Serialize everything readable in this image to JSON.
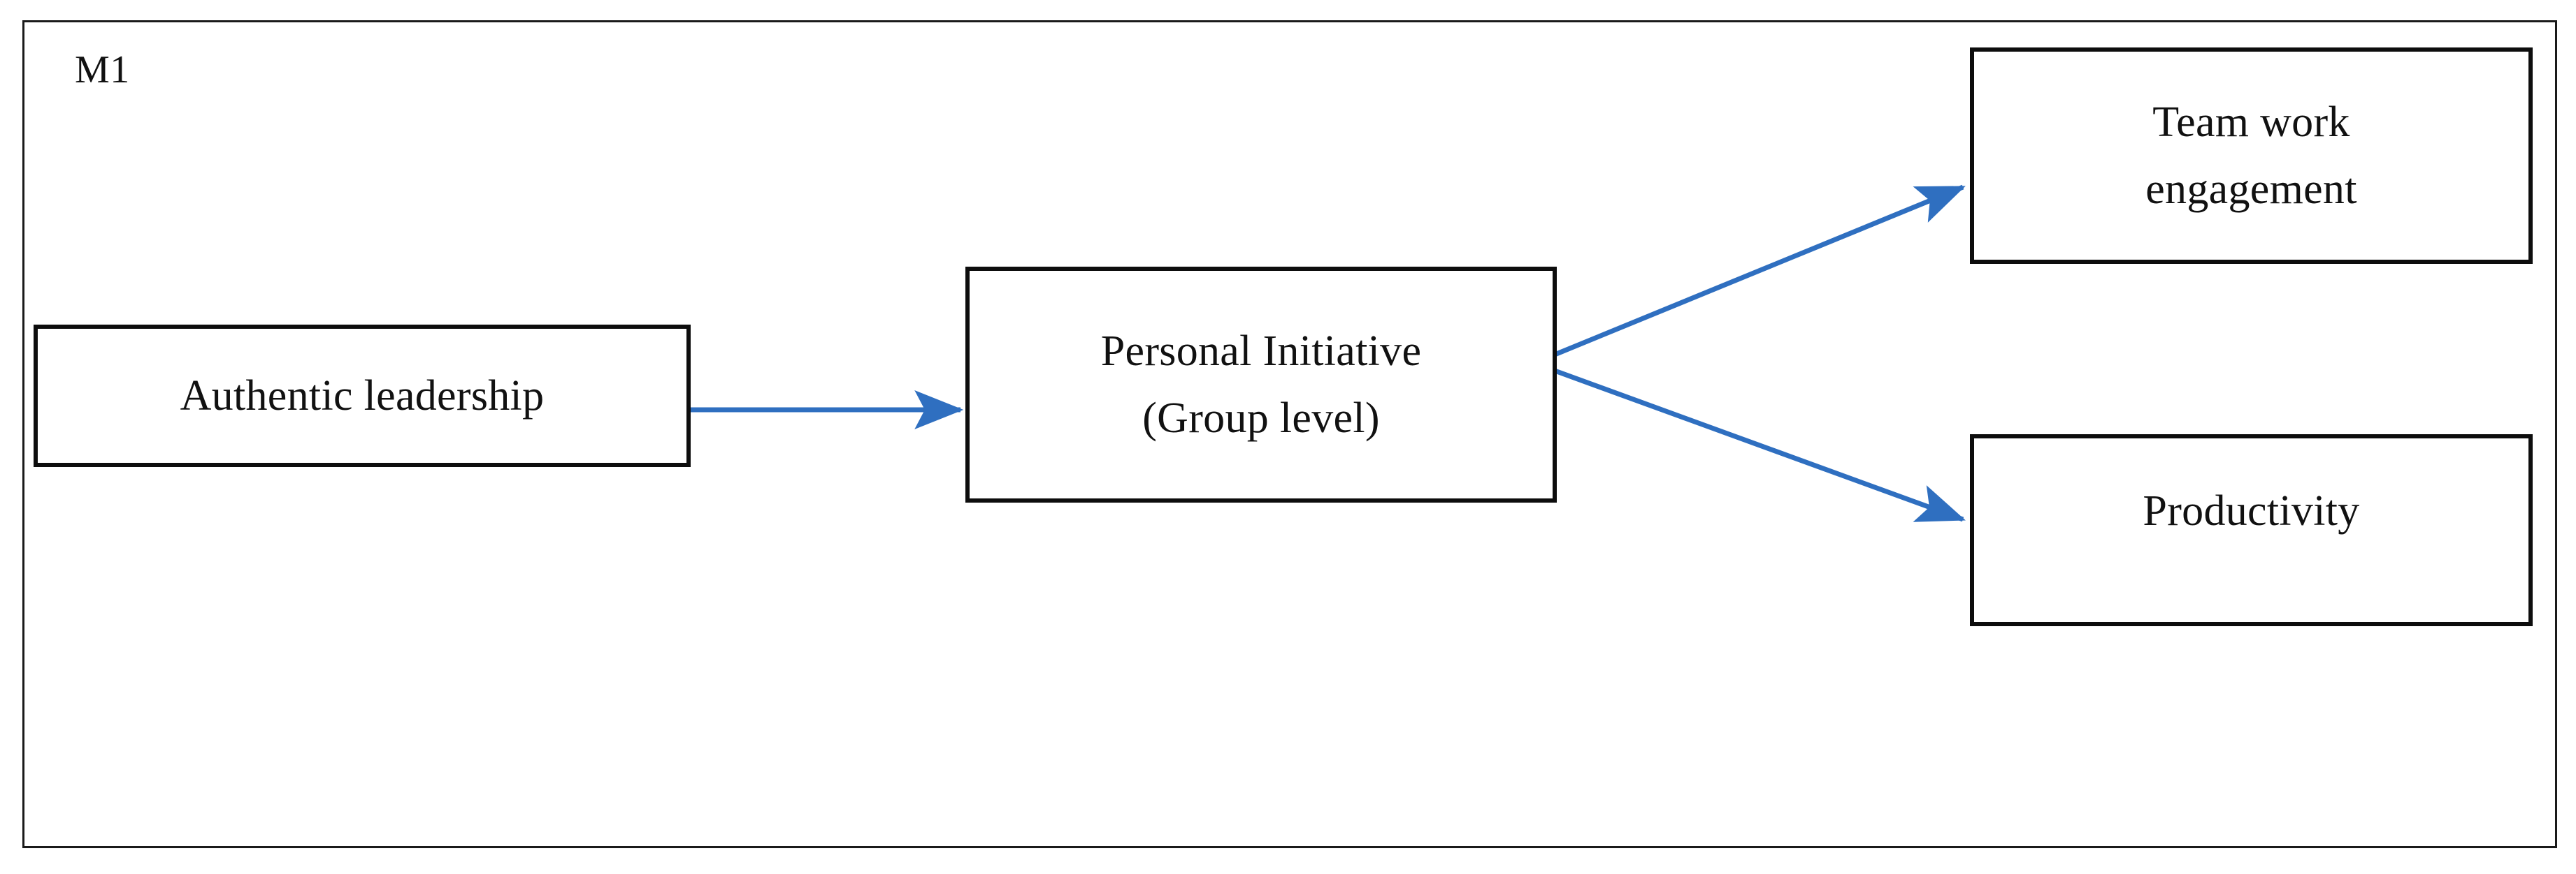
{
  "figure": {
    "label": "M1",
    "frame_color": "#1a1a1a",
    "box_border_color": "#0d0d0d",
    "arrow_color": "#2f6fc0",
    "background": "#ffffff"
  },
  "nodes": [
    {
      "id": "authentic-leadership",
      "label": "Authentic leadership"
    },
    {
      "id": "personal-initiative",
      "label": "Personal Initiative\n(Group level)"
    },
    {
      "id": "team-work-engagement",
      "label": "Team work\nengagement"
    },
    {
      "id": "productivity",
      "label": "Productivity"
    }
  ],
  "edges": [
    {
      "id": "al-to-pi",
      "from": "authentic-leadership",
      "to": "personal-initiative",
      "style": "solid-arrow"
    },
    {
      "id": "pi-to-twe",
      "from": "personal-initiative",
      "to": "team-work-engagement",
      "style": "solid-arrow"
    },
    {
      "id": "pi-to-prod",
      "from": "personal-initiative",
      "to": "productivity",
      "style": "solid-arrow"
    }
  ]
}
